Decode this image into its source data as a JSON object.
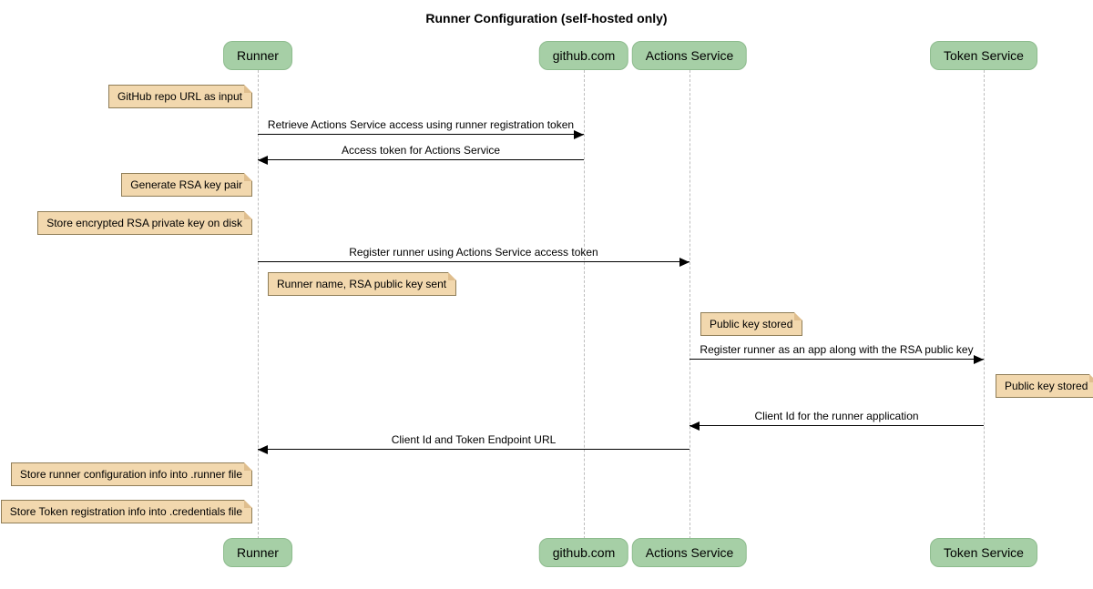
{
  "title": "Runner Configuration (self-hosted only)",
  "participants": [
    {
      "label": "Runner"
    },
    {
      "label": "github.com"
    },
    {
      "label": "Actions Service"
    },
    {
      "label": "Token Service"
    }
  ],
  "messages": [
    {
      "from": "Runner",
      "to": "github.com",
      "text": "Retrieve Actions Service access using runner registration token"
    },
    {
      "from": "github.com",
      "to": "Runner",
      "text": "Access token for Actions Service"
    },
    {
      "from": "Runner",
      "to": "Actions Service",
      "text": "Register runner using Actions Service access token"
    },
    {
      "from": "Actions Service",
      "to": "Token Service",
      "text": "Register runner as an app along with the RSA public key"
    },
    {
      "from": "Token Service",
      "to": "Actions Service",
      "text": "Client Id for the runner application"
    },
    {
      "from": "Actions Service",
      "to": "Runner",
      "text": "Client Id and Token Endpoint URL"
    }
  ],
  "notes": [
    {
      "anchor": "Runner",
      "position": "left",
      "text": "GitHub repo URL as input"
    },
    {
      "anchor": "Runner",
      "position": "left",
      "text": "Generate RSA key pair"
    },
    {
      "anchor": "Runner",
      "position": "left",
      "text": "Store encrypted RSA private key on disk"
    },
    {
      "anchor": "Runner",
      "position": "right",
      "text": "Runner name, RSA public key sent"
    },
    {
      "anchor": "Actions Service",
      "position": "right",
      "text": "Public key stored"
    },
    {
      "anchor": "Token Service",
      "position": "right",
      "text": "Public key stored"
    },
    {
      "anchor": "Runner",
      "position": "left",
      "text": "Store runner configuration info into .runner file"
    },
    {
      "anchor": "Runner",
      "position": "left",
      "text": "Store Token registration info into .credentials file"
    }
  ],
  "colors": {
    "background": "#FFFFFF",
    "participant_fill": "#A6CFA6",
    "participant_border": "#8DBB8D",
    "note_fill": "#F2D8AE",
    "note_border": "#8F7D57",
    "note_fold": "#DFBE8E",
    "lifeline": "#BDBDBD",
    "arrow": "#000000",
    "text": "#000000"
  }
}
